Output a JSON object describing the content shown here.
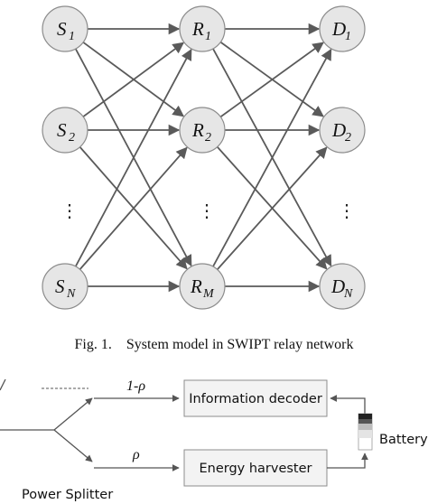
{
  "network": {
    "source_nodes": [
      {
        "letter": "S",
        "sub": "1"
      },
      {
        "letter": "S",
        "sub": "2"
      },
      {
        "letter": "S",
        "sub": "N"
      }
    ],
    "relay_nodes": [
      {
        "letter": "R",
        "sub": "1"
      },
      {
        "letter": "R",
        "sub": "2"
      },
      {
        "letter": "R",
        "sub": "M"
      }
    ],
    "destination_nodes": [
      {
        "letter": "D",
        "sub": "1"
      },
      {
        "letter": "D",
        "sub": "2"
      },
      {
        "letter": "D",
        "sub": "N"
      }
    ],
    "ellipsis": "⋮"
  },
  "fig1_caption": "Fig. 1.    System model in SWIPT relay network",
  "receiver": {
    "info_decoder_label": "Information decoder",
    "energy_harvester_label": "Energy harvester",
    "battery_label": "Battery",
    "power_splitter_label": "Power Splitter",
    "info_branch_label": "1-ρ",
    "energy_branch_label": "ρ"
  },
  "colors": {
    "node_fill": "#e6e6e6",
    "edge": "#5a5a5a"
  }
}
